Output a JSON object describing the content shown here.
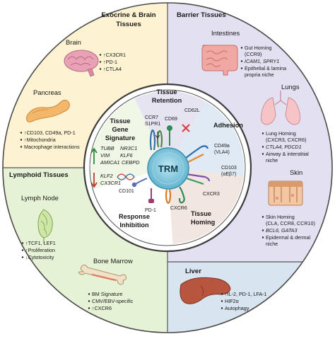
{
  "sections": {
    "exocrine": {
      "title_lines": [
        "Exocrine & Brain",
        "Tissues"
      ],
      "color": "#fdf3d2",
      "brain": {
        "label": "Brain",
        "bullets": [
          "↑CX3CR1",
          "↑PD-1",
          "↑CTLA4"
        ]
      },
      "pancreas": {
        "label": "Pancreas",
        "bullets": [
          "↑CD103, CD49a, PD-1",
          "↑Mitochondria",
          "Macrophage interactions"
        ]
      }
    },
    "barrier": {
      "title": "Barrier Tissues",
      "color": "#e3e0f2",
      "intestines": {
        "label": "Intestines",
        "bullets": [
          "Gut Homing",
          "(CCR9)",
          "ICAM1, SPRY1",
          "Epithelial & lamina",
          "propria niche"
        ]
      },
      "lungs": {
        "label": "Lungs",
        "bullets": [
          "Lung Homing",
          "(CXCR3, CXCR6)",
          "CTLA4, PDCD1",
          "Airway & interstitial",
          "niche"
        ]
      },
      "skin": {
        "label": "Skin",
        "bullets": [
          "Skin Homing",
          "(CLA, CCR8, CCR10)",
          "BCL6, GATA3",
          "Epidermal & dermal",
          "niche"
        ]
      }
    },
    "lymphoid": {
      "title": "Lymphoid Tissues",
      "color": "#e6f2d6",
      "lymph_node": {
        "label": "Lymph Node",
        "bullets": [
          "↑TCF1, LEF1",
          "↑Proliferation",
          "↓Cytotoxicity"
        ]
      },
      "bone_marrow": {
        "label": "Bone Marrow",
        "bullets": [
          "BM Signature",
          "CMV/EBV-specific",
          "↑CXCR6"
        ]
      }
    },
    "liver": {
      "title": "Liver",
      "color": "#d9e4f1",
      "bullets": [
        "↑IL-2, PD-1, LFA-1",
        "HIF2α",
        "Autophagy"
      ]
    }
  },
  "inner": {
    "center_label": "TRM",
    "tissue_retention": [
      "Tissue",
      "Retention"
    ],
    "adhesion": "Adhesion",
    "tissue_homing": [
      "Tissue",
      "Homing"
    ],
    "response_inhibition": [
      "Response",
      "Inhibition"
    ],
    "gene_signature": [
      "Tissue",
      "Gene",
      "Signature"
    ],
    "genes_up": [
      "TUBB",
      "NR3C1",
      "VIM",
      "KLF6",
      "AMICA1",
      "CEBPD"
    ],
    "genes_down": [
      "KLF2",
      "CX3CR1"
    ],
    "molecules": {
      "ccr7": "CCR7",
      "s1pr1": "S1PR1",
      "cd69": "CD69",
      "cd62l": "CD62L",
      "cd49a": [
        "CD49a",
        "(VLA4)"
      ],
      "cd103": [
        "CD103",
        "(αEβ7)"
      ],
      "cxcr3": "CXCR3",
      "cxcr6": "CXCR6",
      "pd1": "PD-1",
      "cd101": "CD101"
    }
  }
}
